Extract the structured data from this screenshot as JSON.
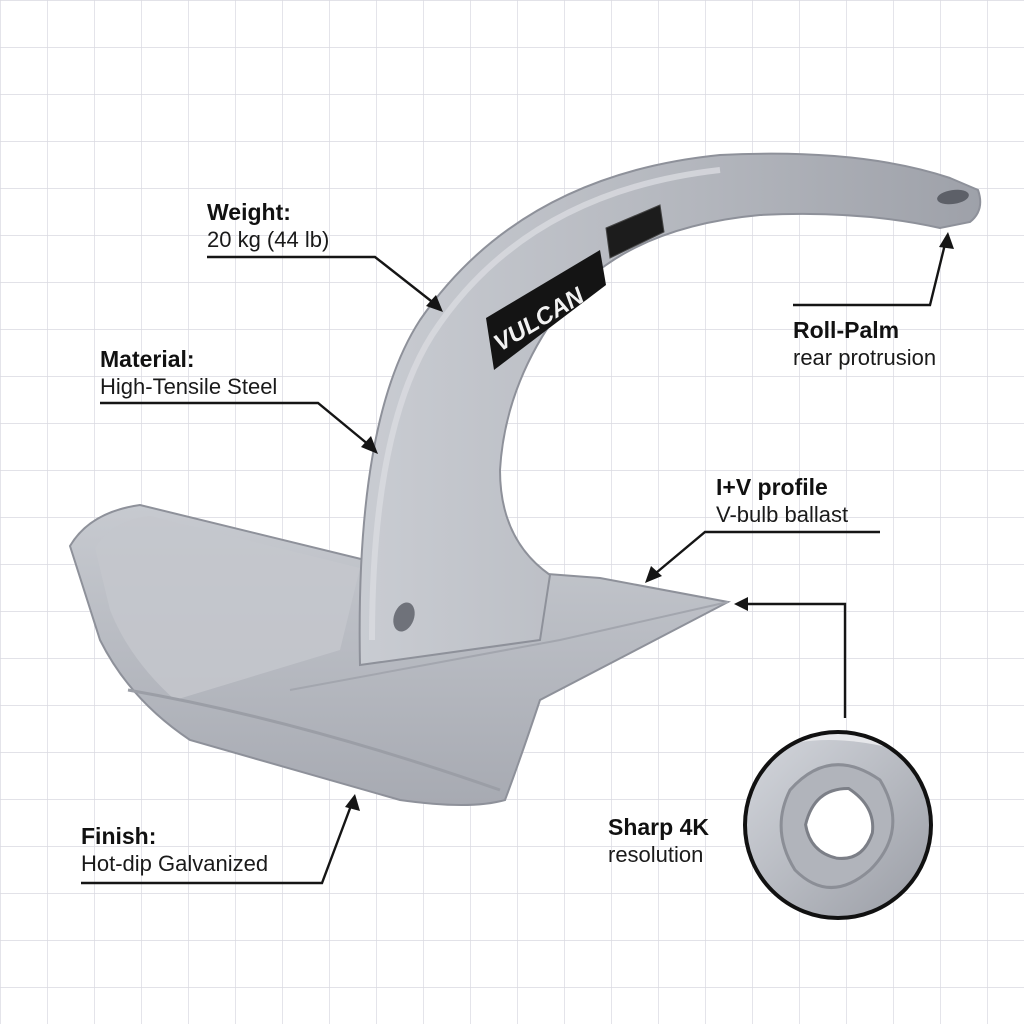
{
  "product": {
    "brand_label": "VULCAN"
  },
  "callouts": {
    "weight": {
      "title": "Weight:",
      "value": "20 kg (44 lb)"
    },
    "material": {
      "title": "Material:",
      "value": "High-Tensile Steel"
    },
    "roll_palm": {
      "title": "Roll-Palm",
      "value": "rear protrusion"
    },
    "profile": {
      "title": "I+V profile",
      "value": "V-bulb ballast"
    },
    "finish": {
      "title": "Finish:",
      "value": "Hot-dip Galvanized"
    },
    "sharp": {
      "title": "Sharp 4K",
      "value": "resolution"
    }
  },
  "colors": {
    "background": "#ffffff",
    "grid": "#d9d9e0",
    "steel": "#b9bcc3",
    "steel_dark": "#8d9098",
    "label_black": "#141414",
    "text": "#111111"
  }
}
